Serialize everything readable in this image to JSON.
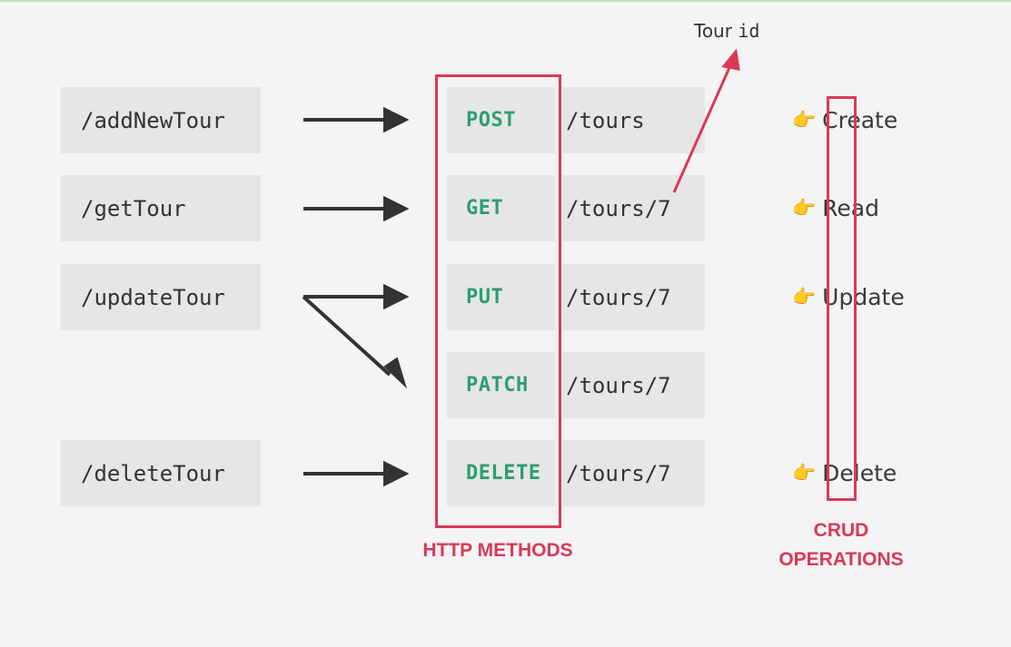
{
  "rows": [
    {
      "old": "/addNewTour",
      "method": "POST",
      "path": "/tours",
      "crud": "Create"
    },
    {
      "old": "/getTour",
      "method": "GET",
      "path": "/tours/7",
      "crud": "Read"
    },
    {
      "old": "/updateTour",
      "method": "PUT",
      "path": "/tours/7",
      "crud": "Update"
    },
    {
      "old": "",
      "method": "PATCH",
      "path": "/tours/7",
      "crud": ""
    },
    {
      "old": "/deleteTour",
      "method": "DELETE",
      "path": "/tours/7",
      "crud": "Delete"
    }
  ],
  "annotation": {
    "tour": "Tour",
    "id": "id"
  },
  "labels": {
    "http_methods": "HTTP METHODS",
    "crud_line1": "CRUD",
    "crud_line2": "OPERATIONS"
  },
  "icons": {
    "hand": "pointing-hand-icon"
  },
  "colors": {
    "accent_red": "#d83a56",
    "method_green": "#2e9e6e",
    "arrow": "#333333",
    "box_bg": "#e6e6e6"
  }
}
